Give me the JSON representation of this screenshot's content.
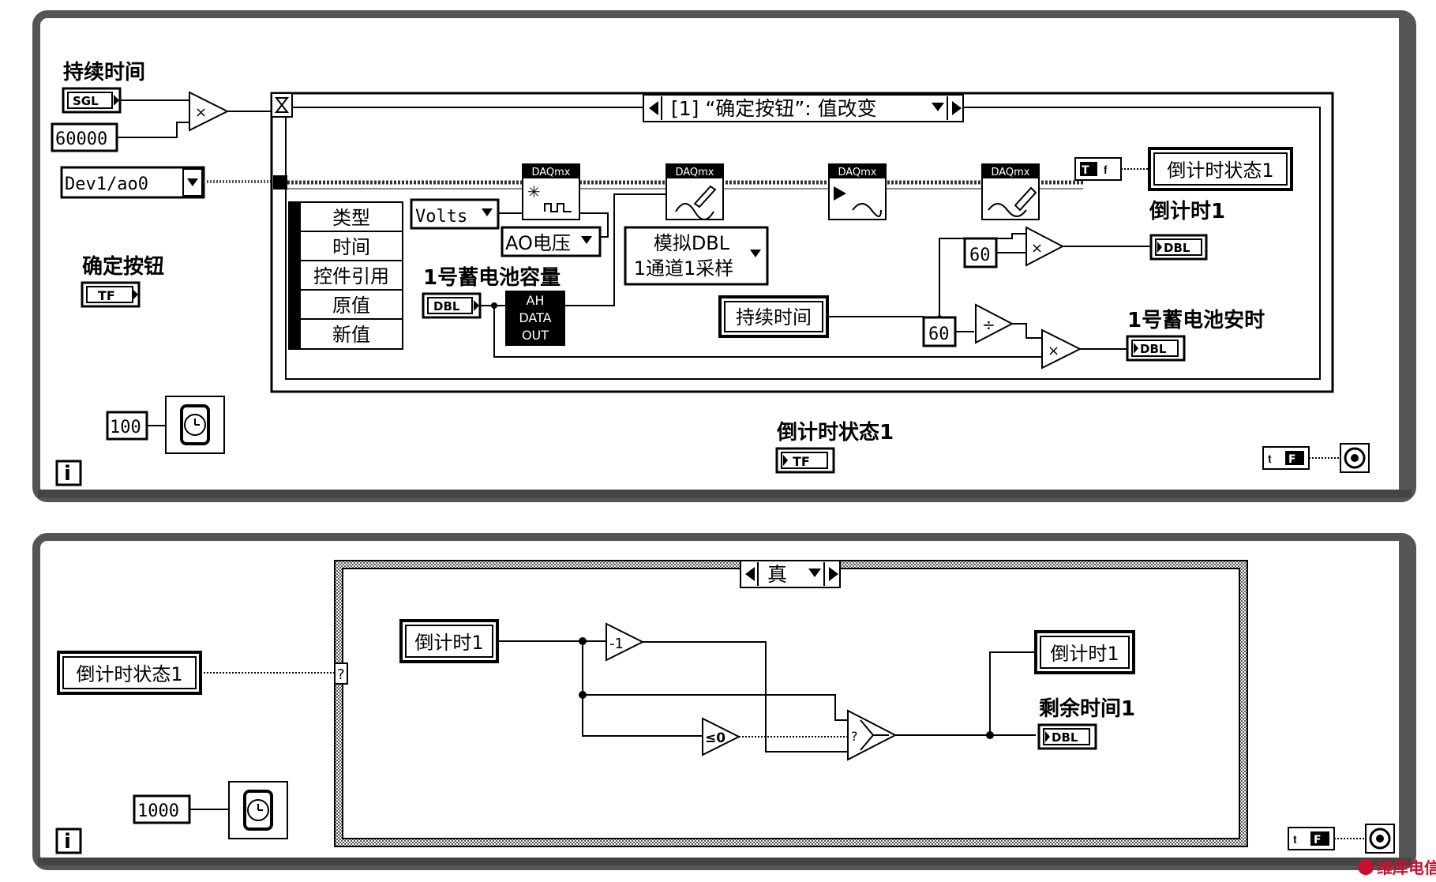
{
  "top": {
    "duration_label": "持续时间",
    "sgl_tag": "SGL",
    "const_60000": "60000",
    "device_channel": "Dev1/ao0",
    "confirm_button_label": "确定按钮",
    "tf_tag": "TF",
    "event_selector": "[1] “确定按钮”: 值改变",
    "event_data": [
      "类型",
      "时间",
      "控件引用",
      "原值",
      "新值"
    ],
    "units": "Volts",
    "ao_voltage": "AO电压",
    "analog_mode": [
      "模拟DBL",
      "1通道1采样"
    ],
    "daqmx_label": "DAQmx",
    "battery_capacity_label": "1号蓄电池容量",
    "dbl_tag": "DBL",
    "ah_block": [
      "AH",
      "DATA",
      "OUT"
    ],
    "duration_local": "持续时间",
    "const_60a": "60",
    "const_60b": "60",
    "countdown_state_local": "倒计时状态1",
    "countdown_label": "倒计时1",
    "battery_ah_label": "1号蓄电池安时",
    "wait_const": "100",
    "countdown_state_label": "倒计时状态1",
    "iter_tag": "i"
  },
  "bottom": {
    "countdown_state_local": "倒计时状态1",
    "case_selector": "真",
    "countdown_local": "倒计时1",
    "decrement": "-1",
    "zero_compare": "≤0",
    "countdown_local_write": "倒计时1",
    "remaining_label": "剩余时间1",
    "wait_const": "1000",
    "iter_tag": "i"
  },
  "watermark": "维库电信"
}
